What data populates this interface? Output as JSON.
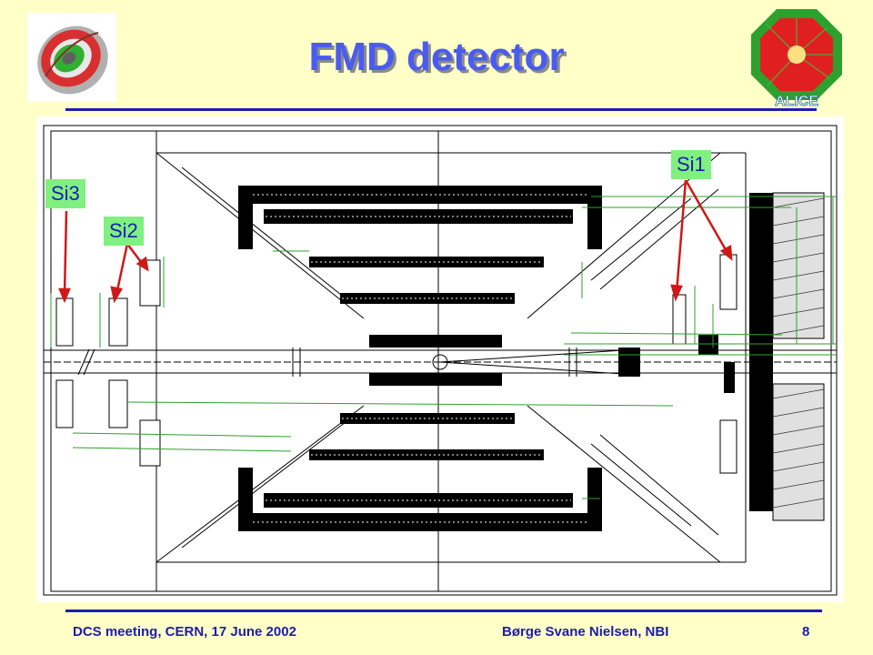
{
  "slide": {
    "title": "FMD detector",
    "footer_left": "DCS meeting, CERN, 17 June 2002",
    "footer_center": "Børge Svane Nielsen, NBI",
    "page_number": "8"
  },
  "diagram": {
    "labels": {
      "si1": "Si1",
      "si2": "Si2",
      "si3": "Si3"
    },
    "logo_text": "ALICE"
  },
  "colors": {
    "background": "#FFFFC8",
    "title": "#4A5CF0",
    "rule": "#1C1CB0",
    "label_fill": "#80F080",
    "arrow": "#D01818",
    "dimension_lines": "#2EA02E"
  }
}
